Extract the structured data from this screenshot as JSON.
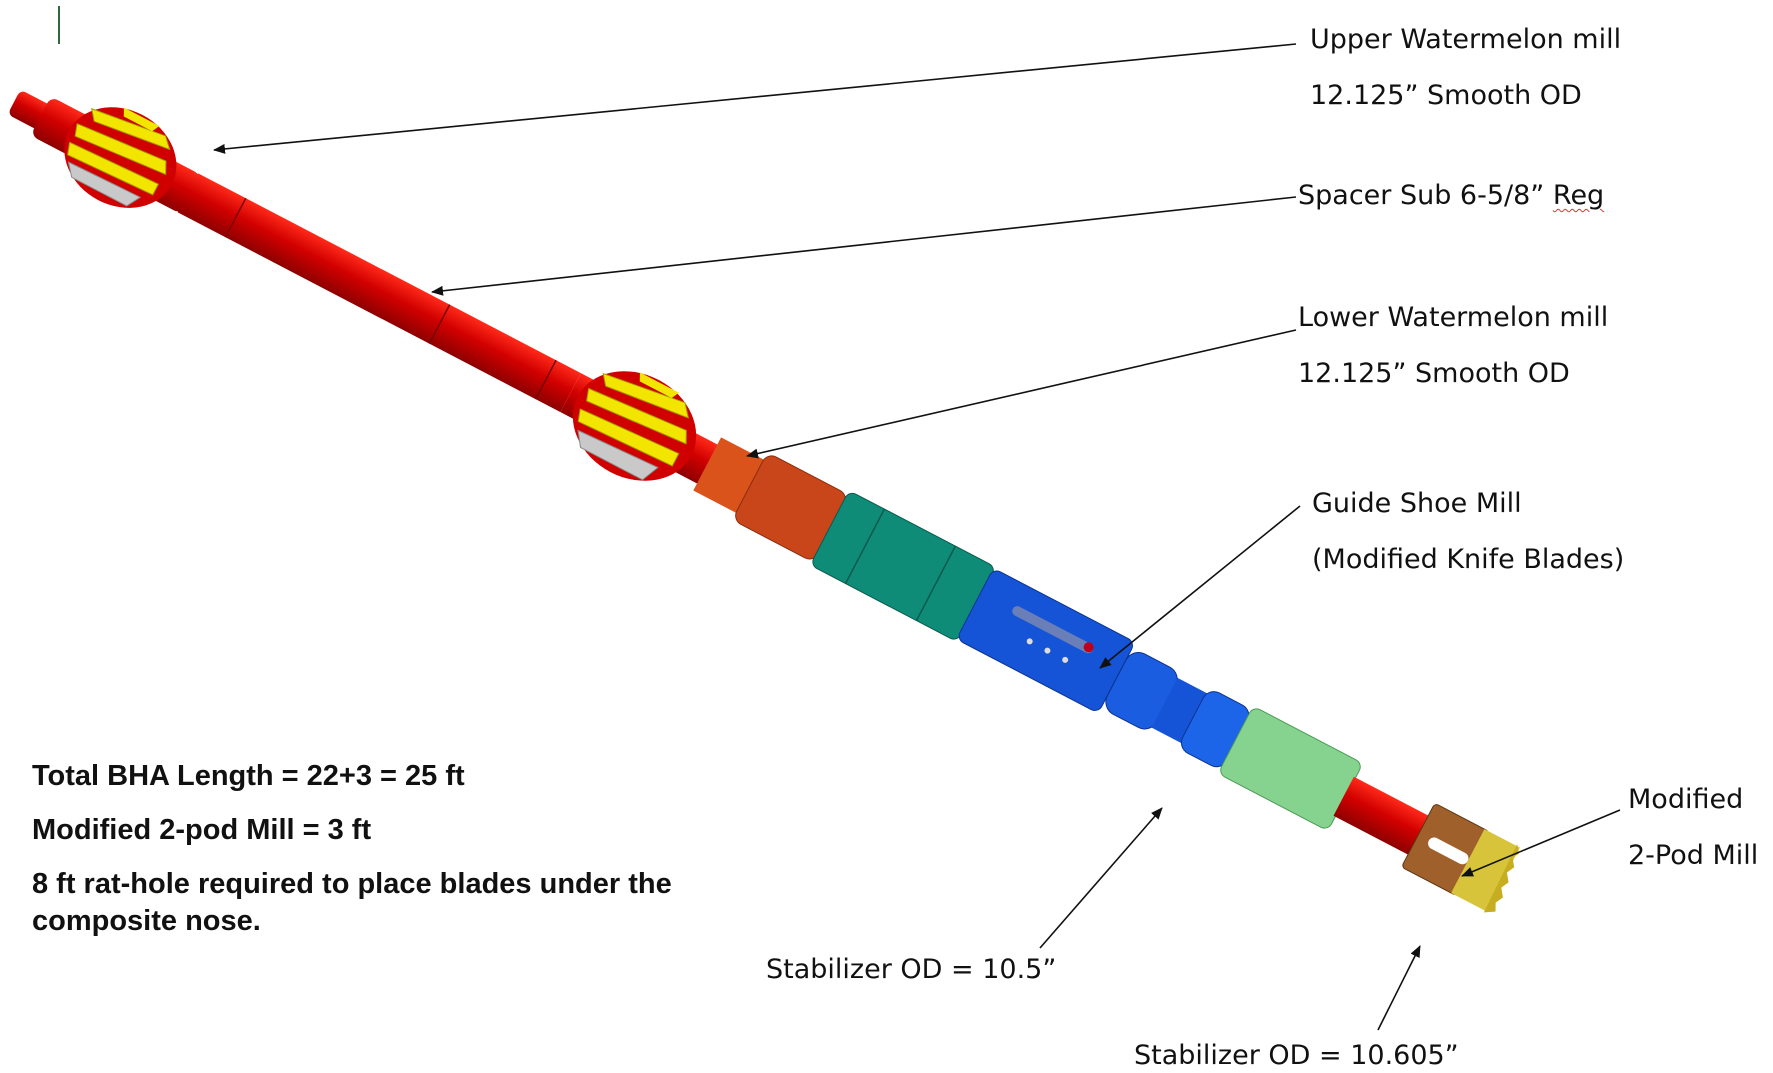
{
  "labels": {
    "upper_mill_line1": "Upper Watermelon  mill",
    "upper_mill_line2": "12.125” Smooth OD",
    "spacer_sub_prefix": "Spacer Sub 6-5/8” ",
    "spacer_sub_reg": "Reg",
    "lower_mill_line1": "Lower Watermelon  mill",
    "lower_mill_line2": "12.125” Smooth OD",
    "guide_shoe_line1": "Guide Shoe Mill",
    "guide_shoe_line2": "(Modified Knife Blades)",
    "stabilizer_1": "Stabilizer OD = 10.5”",
    "stabilizer_2": "Stabilizer OD = 10.605”",
    "pod_mill_line1": "Modified",
    "pod_mill_line2": "2-Pod Mill"
  },
  "notes": {
    "total_length": "Total BHA Length = 22+3 = 25 ft",
    "pod_mill_length": "Modified 2-pod Mill = 3 ft",
    "rat_hole": "8 ft rat-hole required to place blades under the composite nose."
  },
  "colors": {
    "pipe": "#d10000",
    "blade_yellow": "#f2e600",
    "blade_grey": "#c9c9c9",
    "sub_orange": "#d9531a",
    "sub_teal": "#0f8c78",
    "guide_blue": "#1554d6",
    "stabilizer_green": "#86d390",
    "pod_brown": "#a0602c",
    "pod_gold": "#d8c43a"
  }
}
